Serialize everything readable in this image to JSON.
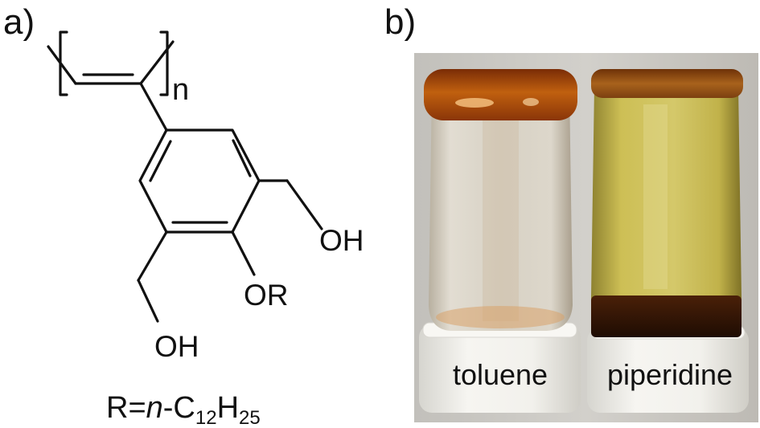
{
  "panels": {
    "a_label": "a)",
    "b_label": "b)"
  },
  "structure": {
    "repeat_unit_subscript": "n",
    "substituent_oh_right": "OH",
    "substituent_or": "OR",
    "substituent_oh_bottom": "OH",
    "r_definition": {
      "prefix": "R=",
      "italic": "n",
      "dash_c": "-C",
      "sub1": "12",
      "h": "H",
      "sub2": "25"
    }
  },
  "vials": [
    {
      "label": "toluene"
    },
    {
      "label": "piperidine"
    }
  ],
  "colors": {
    "polymer_amber": "#b5520e",
    "solution_yellow": "#c9b546",
    "dark_sediment": "#2a1204",
    "cap_white": "#ecebe6",
    "background_gray": "#c9c6c0"
  }
}
